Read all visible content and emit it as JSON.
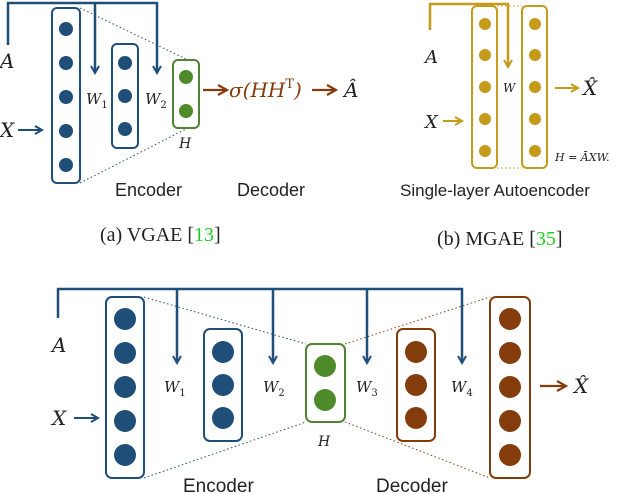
{
  "colors": {
    "blue": "#1f4e79",
    "blue_node": "#1f4e79",
    "green": "#548235",
    "green_node": "#4f8a2a",
    "gold": "#c59b1b",
    "brown": "#843c0c",
    "text": "#222222",
    "citation": "#22cc22"
  },
  "panel_a": {
    "input_a": "A",
    "input_x": "X",
    "w1": "W",
    "w1_sub": "1",
    "w2": "W",
    "w2_sub": "2",
    "h": "H",
    "sigma_base": "σ(HH",
    "sigma_sup": "T",
    "sigma_close": ")",
    "output": "Â",
    "encoder": "Encoder",
    "decoder": "Decoder",
    "caption_prefix": "(a) VGAE [",
    "caption_ref": "13",
    "caption_suffix": "]"
  },
  "panel_b": {
    "input_a": "A",
    "input_x": "X",
    "w": "W",
    "output": "X̂",
    "formula": "H = ĀXW.",
    "label": "Single-layer Autoencoder",
    "caption_prefix": "(b) MGAE [",
    "caption_ref": "35",
    "caption_suffix": "]"
  },
  "panel_c": {
    "input_a": "A",
    "input_x": "X",
    "w1": "W",
    "w1_sub": "1",
    "w2": "W",
    "w2_sub": "2",
    "w3": "W",
    "w3_sub": "3",
    "w4": "W",
    "w4_sub": "4",
    "h": "H",
    "output": "X̂",
    "encoder": "Encoder",
    "decoder": "Decoder"
  }
}
